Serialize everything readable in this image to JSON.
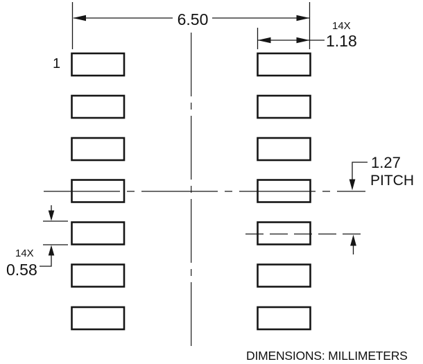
{
  "drawing": {
    "type": "pcb-land-pattern",
    "units_note": "DIMENSIONS: MILLIMETERS",
    "pin1_label": "1",
    "overall_width": {
      "value": "6.50"
    },
    "pad_width": {
      "qty": "14X",
      "value": "1.18"
    },
    "pad_height": {
      "qty": "14X",
      "value": "0.58"
    },
    "pitch": {
      "value": "1.27",
      "word": "PITCH"
    },
    "pads": {
      "count": 14,
      "columns": 2,
      "rows": 7
    },
    "colors": {
      "line": "#161616",
      "background": "#ffffff"
    }
  }
}
